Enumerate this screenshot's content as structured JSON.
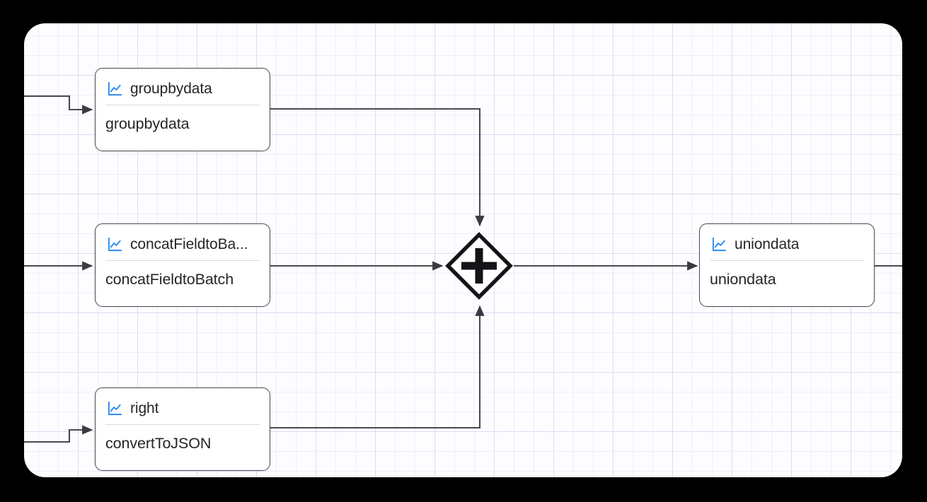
{
  "canvas": {
    "background_color": "#fdfdff",
    "grid_color": "#cdd0f0",
    "page_background": "#000000"
  },
  "theme": {
    "node_border": "#4a4a4f",
    "node_fill": "#ffffff",
    "edge_color": "#4a4a4f",
    "text_color": "#25252a",
    "icon_color": "#2a8af0",
    "divider_color": "#d8dade"
  },
  "nodes": [
    {
      "id": "groupbydata",
      "icon": "line-chart-icon",
      "title": "groupbydata",
      "subtitle": "groupbydata"
    },
    {
      "id": "concatfieldtobatch",
      "icon": "line-chart-icon",
      "title": "concatFieldtoBa...",
      "subtitle": "concatFieldtoBatch"
    },
    {
      "id": "right",
      "icon": "line-chart-icon",
      "title": "right",
      "subtitle": "convertToJSON"
    },
    {
      "id": "uniondata",
      "icon": "line-chart-icon",
      "title": "uniondata",
      "subtitle": "uniondata"
    }
  ],
  "gateway": {
    "id": "parallel-gateway",
    "shape": "diamond",
    "symbol": "plus",
    "label": ""
  },
  "edges": [
    {
      "id": "in-to-groupbydata",
      "from": "canvas-left",
      "to": "groupbydata",
      "arrow": true
    },
    {
      "id": "in-to-concatfieldtobatch",
      "from": "canvas-left",
      "to": "concatfieldtobatch",
      "arrow": true
    },
    {
      "id": "in-to-right",
      "from": "canvas-left",
      "to": "right",
      "arrow": true
    },
    {
      "id": "groupbydata-to-gateway",
      "from": "groupbydata",
      "to": "parallel-gateway",
      "arrow": true
    },
    {
      "id": "concatfieldtobatch-to-gateway",
      "from": "concatfieldtobatch",
      "to": "parallel-gateway",
      "arrow": true
    },
    {
      "id": "right-to-gateway",
      "from": "right",
      "to": "parallel-gateway",
      "arrow": true
    },
    {
      "id": "gateway-to-uniondata",
      "from": "parallel-gateway",
      "to": "uniondata",
      "arrow": true
    },
    {
      "id": "uniondata-to-out",
      "from": "uniondata",
      "to": "canvas-right",
      "arrow": false
    }
  ]
}
